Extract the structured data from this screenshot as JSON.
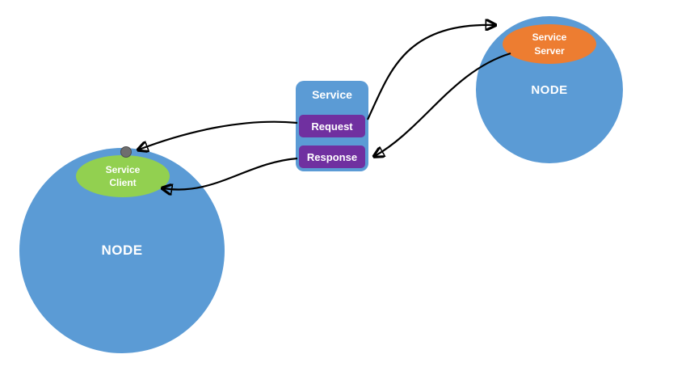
{
  "diagram": {
    "left_node": {
      "label": "NODE"
    },
    "right_node": {
      "label": "NODE"
    },
    "service_client": {
      "label": "Service Client"
    },
    "service_server": {
      "label": "Service Server"
    },
    "service_box": {
      "title": "Service",
      "request_label": "Request",
      "response_label": "Response"
    }
  },
  "colors": {
    "node_blue": "#5B9BD5",
    "client_green": "#92D050",
    "server_orange": "#ED7D31",
    "action_purple": "#7030A0",
    "arrow_black": "#000000",
    "dot_gray": "#6E6E6E",
    "background": "#FFFFFF",
    "text_white": "#FFFFFF"
  }
}
